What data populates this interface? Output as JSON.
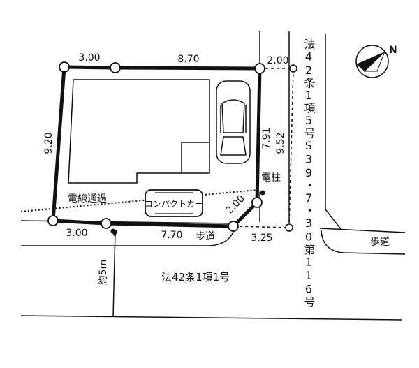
{
  "dimensions": {
    "top_left": "3.00",
    "top_right": "8.70",
    "top_setback": "2.00",
    "left_side": "9.20",
    "right_side": "7.91",
    "east_setback": "9.52",
    "corner_cut": "2.00",
    "bottom_left": "3.00",
    "bottom_right": "7.70",
    "bottom_setback": "3.25",
    "road_width": "約5m"
  },
  "labels": {
    "power_line": "電線通過",
    "utility_pole": "電柱",
    "compact_car": "コンパクトカー",
    "sidewalk_front": "歩道",
    "sidewalk_right": "歩道",
    "front_road": "法42条1項1号",
    "side_road": "法42条1項5号S39・7・30第116号"
  },
  "compass": {
    "north": "N"
  }
}
